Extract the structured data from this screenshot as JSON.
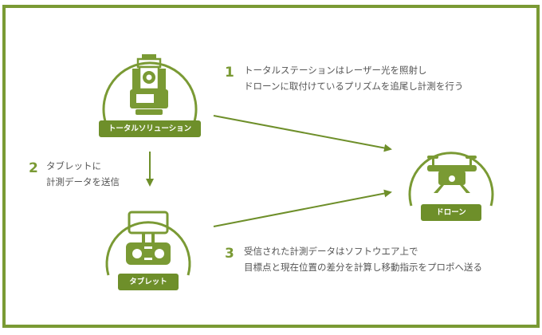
{
  "colors": {
    "accent": "#7a9a34",
    "accent_dark": "#6e8f2a",
    "text": "#555555",
    "background": "#ffffff"
  },
  "nodes": {
    "total_station": {
      "label": "トータルソリューション",
      "icon": "total-station-icon"
    },
    "tablet": {
      "label": "タブレット",
      "icon": "tablet-icon"
    },
    "drone": {
      "label": "ドローン",
      "icon": "drone-icon"
    }
  },
  "steps": [
    {
      "number": "1",
      "lines": [
        "トータルステーションはレーザー光を照射し",
        "ドローンに取付けているプリズムを追尾し計測を行う"
      ]
    },
    {
      "number": "2",
      "lines": [
        "タブレットに",
        "計測データを送信"
      ]
    },
    {
      "number": "3",
      "lines": [
        "受信された計測データはソフトウエア上で",
        "目標点と現在位置の差分を計算し移動指示をプロポへ送る"
      ]
    }
  ]
}
